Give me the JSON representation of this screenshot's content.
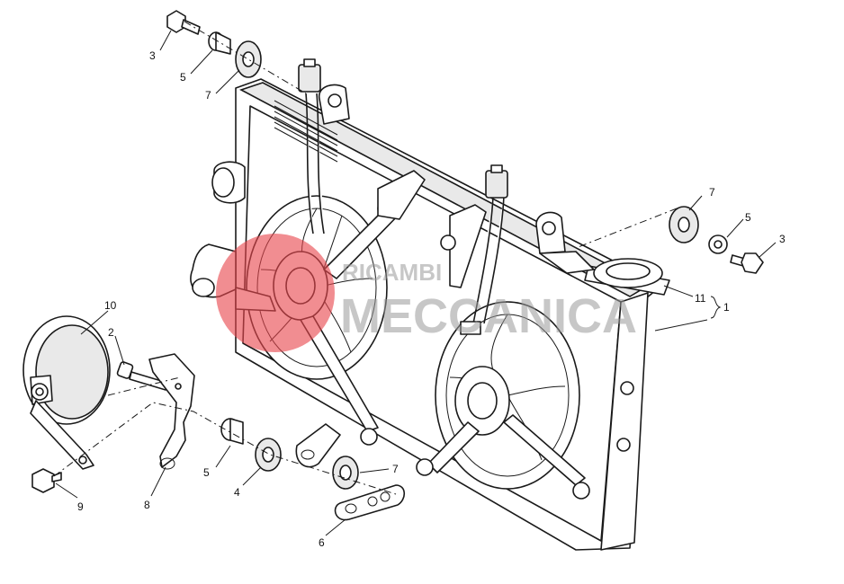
{
  "diagram": {
    "callouts": {
      "c1": "1",
      "c2": "2",
      "c3_top": "3",
      "c3_right": "3",
      "c4": "4",
      "c5_top": "5",
      "c5_right": "5",
      "c5_bottom": "5",
      "c6": "6",
      "c7_top": "7",
      "c7_right": "7",
      "c7_bottom": "7",
      "c8": "8",
      "c9": "9",
      "c10": "10",
      "c11": "11"
    },
    "watermark": {
      "line1": "RICAMBI",
      "line2": "MECCANICA"
    },
    "colors": {
      "line": "#1a1a1a",
      "watermark_red": "#e8474d",
      "watermark_gray": "#9a9a9a"
    }
  }
}
